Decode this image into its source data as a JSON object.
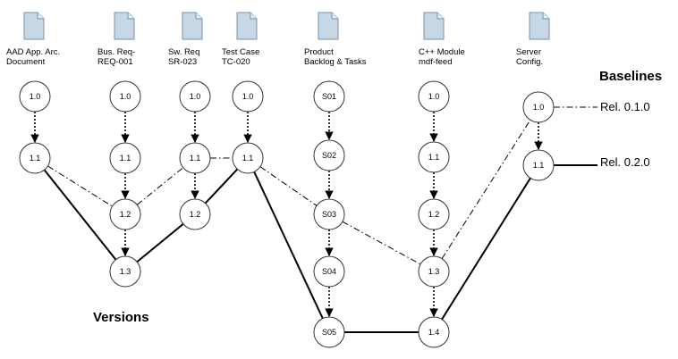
{
  "headings": {
    "baselines": "Baselines",
    "versions": "Versions"
  },
  "documents": [
    {
      "id": "aad",
      "label_lines": [
        "AAD App. Arc.",
        "Document"
      ],
      "icon": "document-icon"
    },
    {
      "id": "bus",
      "label_lines": [
        "Bus. Req-",
        "REQ-001"
      ],
      "icon": "document-icon"
    },
    {
      "id": "sw",
      "label_lines": [
        "Sw. Req",
        "SR-023"
      ],
      "icon": "document-icon"
    },
    {
      "id": "tc",
      "label_lines": [
        "Test Case",
        "TC-020"
      ],
      "icon": "document-icon"
    },
    {
      "id": "prod",
      "label_lines": [
        "Product",
        "Backlog & Tasks"
      ],
      "icon": "document-icon"
    },
    {
      "id": "cpp",
      "label_lines": [
        "C++ Module",
        "mdf-feed"
      ],
      "icon": "document-icon"
    },
    {
      "id": "srv",
      "label_lines": [
        "Server",
        "Config."
      ],
      "icon": "document-icon"
    }
  ],
  "versions": {
    "aad": [
      "1.0",
      "1.1"
    ],
    "bus": [
      "1.0",
      "1.1",
      "1.2",
      "1.3"
    ],
    "sw": [
      "1.0",
      "1.1",
      "1.2"
    ],
    "tc": [
      "1.0",
      "1.1"
    ],
    "prod": [
      "S01",
      "S02",
      "S03",
      "S04",
      "S05"
    ],
    "cpp": [
      "1.0",
      "1.1",
      "1.2",
      "1.3",
      "1.4"
    ],
    "srv": [
      "1.0",
      "1.1"
    ]
  },
  "baselines": [
    {
      "label": "Rel. 0.1.0",
      "style": "dash-dot",
      "members": [
        "aad 1.1",
        "bus 1.2",
        "sw 1.1",
        "tc 1.1",
        "prod S03",
        "cpp 1.3",
        "srv 1.0"
      ]
    },
    {
      "label": "Rel. 0.2.0",
      "style": "solid",
      "members": [
        "aad 1.1",
        "bus 1.3",
        "sw 1.2",
        "tc 1.1",
        "prod S05",
        "cpp 1.4",
        "srv 1.1"
      ]
    }
  ],
  "colors": {
    "icon_fill": "#c6d7e6",
    "icon_stroke": "#7d93a8",
    "node_stroke": "#333333",
    "line": "#000000"
  }
}
